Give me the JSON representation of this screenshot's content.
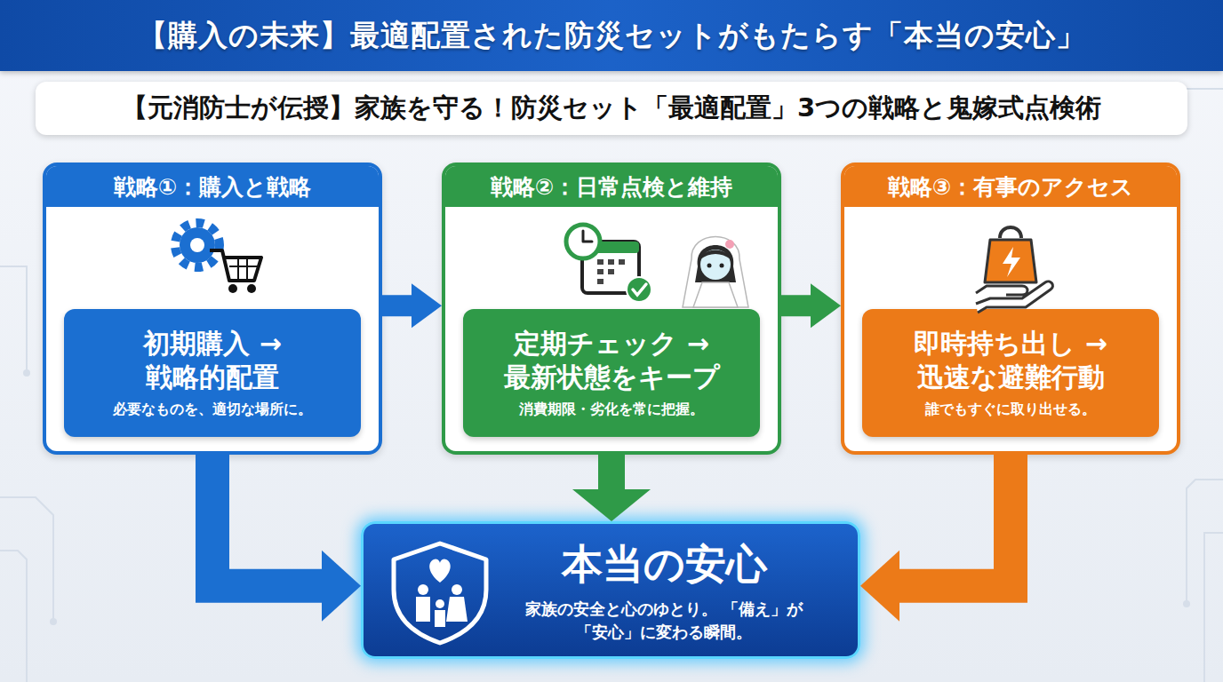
{
  "diagram": {
    "title": "【購入の未来】最適配置された防災セットがもたらす「本当の安心」",
    "nodes": [
      {
        "text": [
          "【元消防士が伝授】家族を守る！防災セット「最適配置」3つの戦略と鬼嫁式点検術"
        ]
      },
      {
        "text": [
          "戦略①：購入と戦略"
        ]
      },
      {
        "text": [
          "初期購入 → 戦略的配置",
          "必要なものを、適切な場所に。"
        ],
        "in": 1
      },
      {
        "text": [
          "戦略②：日常点検と維持"
        ]
      },
      {
        "text": [
          "定期チェック → 最新状態をキープ",
          "消費期限・劣化を常に把握。"
        ],
        "in": 3
      },
      {
        "text": [
          "戦略③：有事のアクセス"
        ]
      },
      {
        "text": [
          "即時持ち出し → 迅速な避難行動",
          "誰でもすぐに取り出せる。"
        ],
        "in": 5
      },
      {
        "text": [
          "本当の安心",
          "家族の安全と心のゆとり。 「備え」が「安心」に変わる瞬間。"
        ]
      }
    ],
    "edges": [
      {
        "from": 1,
        "to": 3,
        "arrow": "to"
      },
      {
        "from": 3,
        "to": 5,
        "arrow": "to"
      },
      {
        "from": 1,
        "to": 7,
        "arrow": "to"
      },
      {
        "from": 3,
        "to": 7,
        "arrow": "to"
      },
      {
        "from": 5,
        "to": 7,
        "arrow": "to"
      }
    ]
  }
}
